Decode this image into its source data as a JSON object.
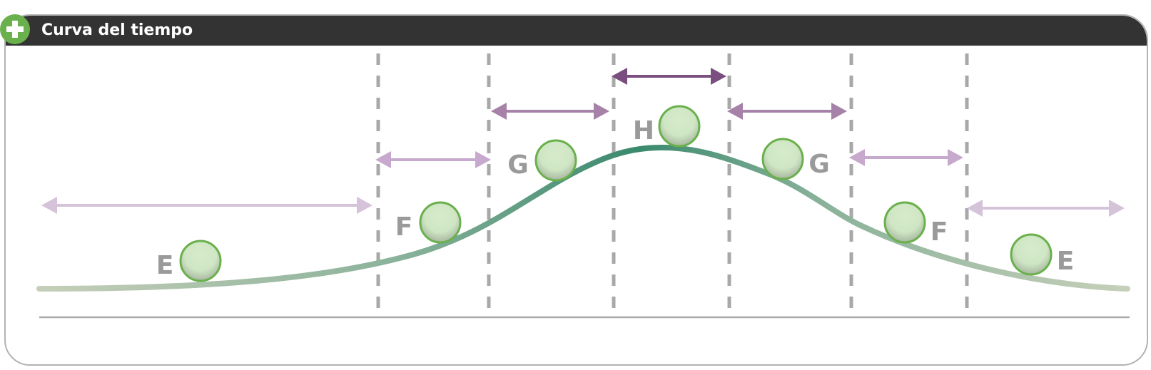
{
  "header": {
    "title": "Curva del tiempo",
    "badge_icon": "plus-icon",
    "badge_color": "#6ab04c",
    "bar_color": "#333333"
  },
  "diagram": {
    "curve_gradient": [
      "#c6cfb9",
      "#8ab29a",
      "#3a8a6e"
    ],
    "arrow_colors": [
      "#d5c3da",
      "#c7a9cd",
      "#a682a9",
      "#7a4f80"
    ],
    "ball_fill": "#cfe6c4",
    "ball_stroke": "#6ab04c",
    "markers": [
      {
        "label": "E"
      },
      {
        "label": "F"
      },
      {
        "label": "G"
      },
      {
        "label": "H"
      },
      {
        "label": "G"
      },
      {
        "label": "F"
      },
      {
        "label": "E"
      }
    ]
  }
}
